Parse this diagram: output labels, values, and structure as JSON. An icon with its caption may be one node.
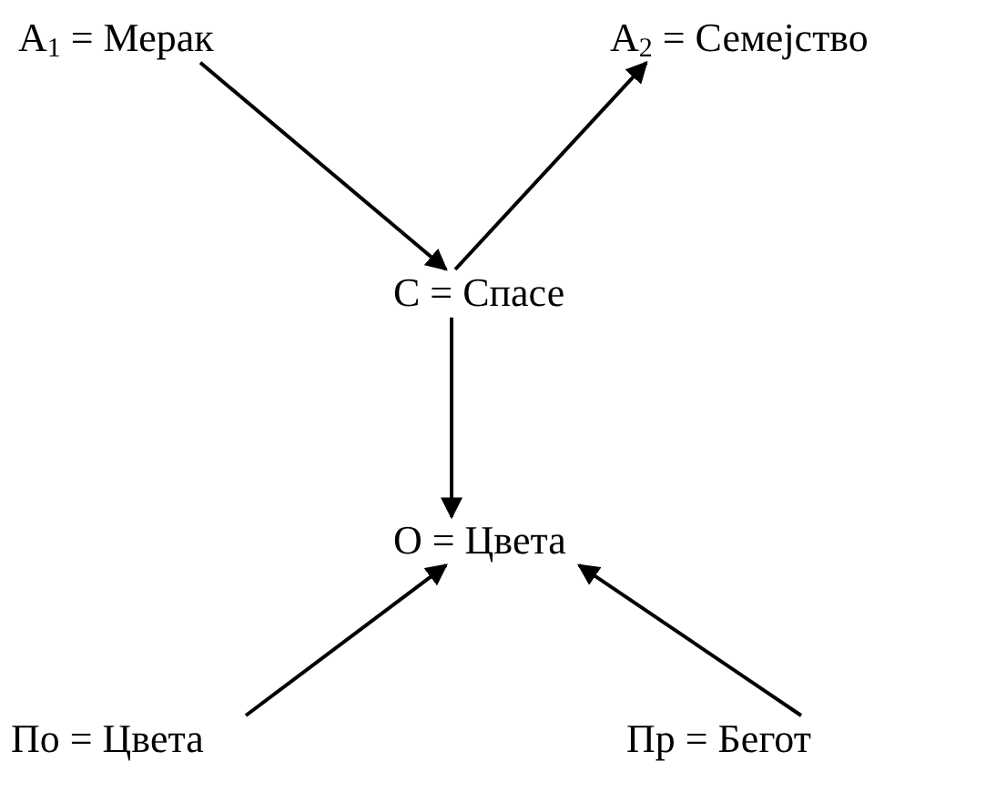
{
  "diagram": {
    "nodes": [
      {
        "text": [
          "A$_{1}$ = Мерак"
        ]
      },
      {
        "text": [
          "A$_{2}$ = Семејство"
        ]
      },
      {
        "text": [
          "C = Спасе"
        ]
      },
      {
        "text": [
          "O = Цвета"
        ]
      },
      {
        "text": [
          "По = Цвета"
        ]
      },
      {
        "text": [
          "Пр = Бегот"
        ]
      }
    ],
    "edges": [
      {
        "from": 0,
        "to": 2,
        "arrow": "to"
      },
      {
        "from": 2,
        "to": 1,
        "arrow": "to"
      },
      {
        "from": 2,
        "to": 3,
        "arrow": "to"
      },
      {
        "from": 4,
        "to": 3,
        "arrow": "to"
      },
      {
        "from": 5,
        "to": 3,
        "arrow": "to"
      }
    ]
  }
}
